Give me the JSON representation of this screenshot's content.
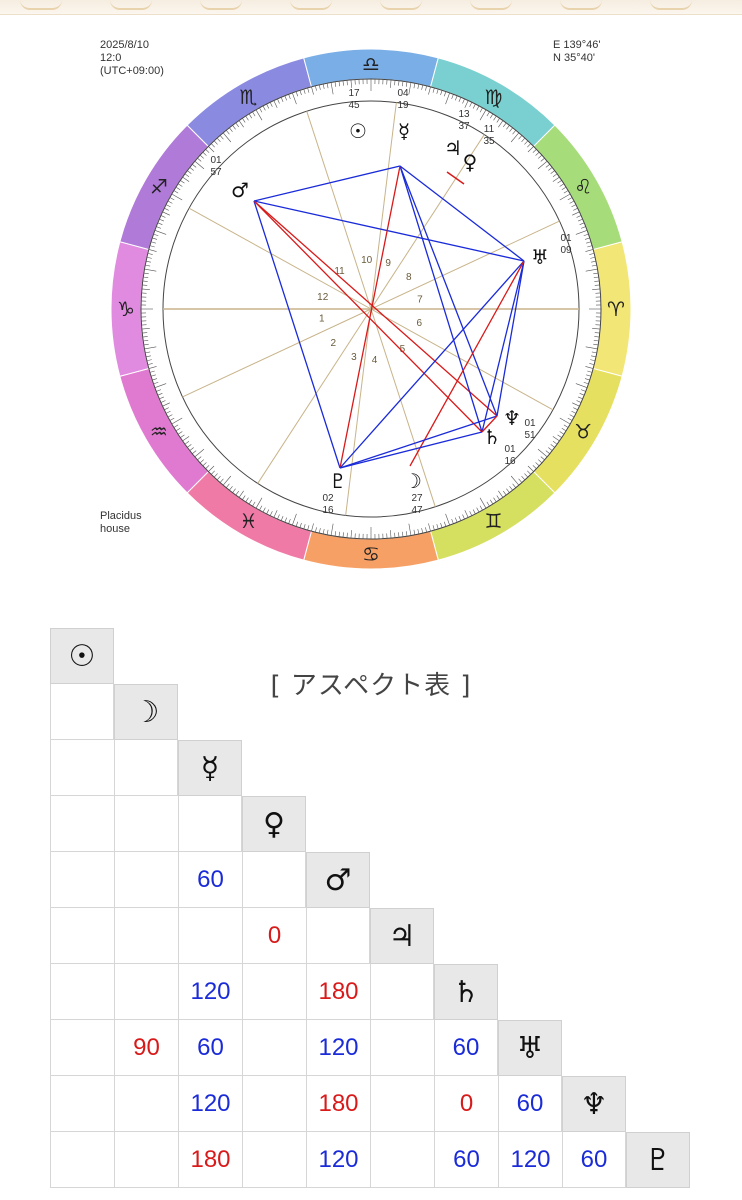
{
  "chart_info": {
    "date": "2025/8/10",
    "time": "12:0",
    "timezone": "(UTC+09:00)",
    "longitude": "E 139°46'",
    "latitude": "N 35°40'",
    "house_system_line1": "Placidus",
    "house_system_line2": "house"
  },
  "zodiac_signs": [
    {
      "glyph": "♈",
      "color": "#f2e676"
    },
    {
      "glyph": "♉",
      "color": "#e6e060"
    },
    {
      "glyph": "♊",
      "color": "#d6e060"
    },
    {
      "glyph": "♋",
      "color": "#f6a066"
    },
    {
      "glyph": "♓",
      "color": "#f07aa6"
    },
    {
      "glyph": "♒",
      "color": "#e07ad0"
    },
    {
      "glyph": "♑",
      "color": "#e08ae0"
    },
    {
      "glyph": "♐",
      "color": "#b07ad8"
    },
    {
      "glyph": "♏",
      "color": "#8a8ae0"
    },
    {
      "glyph": "♎",
      "color": "#7aaee6"
    },
    {
      "glyph": "♍",
      "color": "#7ad0d0"
    },
    {
      "glyph": "♌",
      "color": "#a6dc7a"
    }
  ],
  "planets": [
    {
      "glyph": "☉",
      "deg": "17",
      "min": "45"
    },
    {
      "glyph": "☿",
      "deg": "04",
      "min": "19"
    },
    {
      "glyph": "♃",
      "deg": "13",
      "min": "37"
    },
    {
      "glyph": "♀",
      "deg": "11",
      "min": "35"
    },
    {
      "glyph": "♂",
      "deg": "01",
      "min": "57"
    },
    {
      "glyph": "♅",
      "deg": "01",
      "min": "09"
    },
    {
      "glyph": "♆",
      "deg": "01",
      "min": "51"
    },
    {
      "glyph": "♄",
      "deg": "01",
      "min": "16"
    },
    {
      "glyph": "☽",
      "deg": "27",
      "min": "47"
    },
    {
      "glyph": "♇",
      "deg": "02",
      "min": "16"
    }
  ],
  "house_numbers": [
    "1",
    "2",
    "3",
    "4",
    "5",
    "6",
    "7",
    "8",
    "9",
    "10",
    "11",
    "12"
  ],
  "aspect_table": {
    "title": "[ アスペクト表 ]",
    "planets": [
      "☉",
      "☽",
      "☿",
      "♀",
      "♂",
      "♃",
      "♄",
      "♅",
      "♆",
      "♇"
    ],
    "aspects": [
      {
        "row": 4,
        "col": 2,
        "value": "60",
        "color": "blue"
      },
      {
        "row": 5,
        "col": 3,
        "value": "0",
        "color": "red"
      },
      {
        "row": 6,
        "col": 2,
        "value": "120",
        "color": "blue"
      },
      {
        "row": 6,
        "col": 4,
        "value": "180",
        "color": "red"
      },
      {
        "row": 7,
        "col": 1,
        "value": "90",
        "color": "red"
      },
      {
        "row": 7,
        "col": 2,
        "value": "60",
        "color": "blue"
      },
      {
        "row": 7,
        "col": 4,
        "value": "120",
        "color": "blue"
      },
      {
        "row": 7,
        "col": 6,
        "value": "60",
        "color": "blue"
      },
      {
        "row": 8,
        "col": 2,
        "value": "120",
        "color": "blue"
      },
      {
        "row": 8,
        "col": 4,
        "value": "180",
        "color": "red"
      },
      {
        "row": 8,
        "col": 6,
        "value": "0",
        "color": "red"
      },
      {
        "row": 8,
        "col": 7,
        "value": "60",
        "color": "blue"
      },
      {
        "row": 9,
        "col": 2,
        "value": "180",
        "color": "red"
      },
      {
        "row": 9,
        "col": 4,
        "value": "120",
        "color": "blue"
      },
      {
        "row": 9,
        "col": 6,
        "value": "60",
        "color": "blue"
      },
      {
        "row": 9,
        "col": 7,
        "value": "120",
        "color": "blue"
      },
      {
        "row": 9,
        "col": 8,
        "value": "60",
        "color": "blue"
      }
    ]
  },
  "colors": {
    "aspect_blue": "#1a2bd8",
    "aspect_red": "#d81a1a",
    "house_line": "#c8b48a"
  }
}
